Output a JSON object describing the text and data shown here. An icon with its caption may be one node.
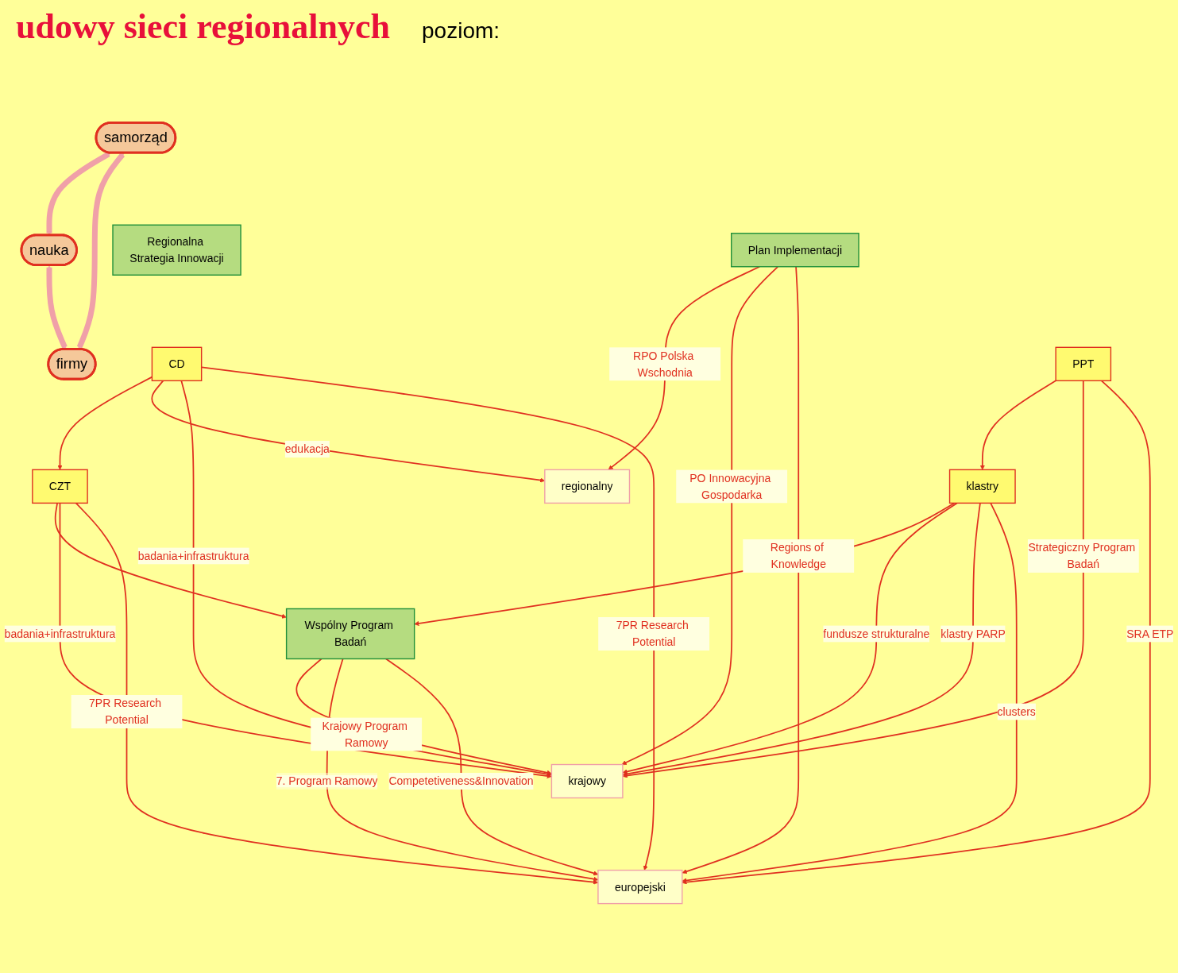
{
  "diagram": {
    "title": "udowy sieci regionalnych",
    "nodes": [
      {
        "text": [
          "samorząd"
        ]
      },
      {
        "text": [
          "Regionalna Strategia Innowacji"
        ]
      },
      {
        "text": [
          "Plan Implementacji"
        ]
      },
      {
        "text": [
          "Wspólny Program Badań"
        ]
      },
      {
        "text": [
          "nauka"
        ]
      },
      {
        "text": [
          "CD"
        ]
      },
      {
        "text": [
          "CZT"
        ]
      },
      {
        "text": [
          "klastry"
        ]
      },
      {
        "text": [
          "firmy"
        ]
      },
      {
        "text": [
          "PPT"
        ]
      },
      {
        "text": [
          "regionalny"
        ]
      },
      {
        "text": [
          "krajowy"
        ]
      },
      {
        "text": [
          "europejski"
        ]
      }
    ],
    "edges": [
      {
        "from": 0,
        "to": 4,
        "arrow": "both",
        "style": "thick",
        "color": "#f0a0a8"
      },
      {
        "from": 0,
        "to": 8,
        "arrow": "both",
        "style": "thick",
        "color": "#f0a0a8"
      },
      {
        "from": 4,
        "to": 8,
        "arrow": "both",
        "style": "thick",
        "color": "#f0a0a8"
      },
      {
        "from": 5,
        "to": 6,
        "arrow": "to"
      },
      {
        "from": 6,
        "to": 3,
        "arrow": "to"
      },
      {
        "from": 7,
        "to": 3,
        "arrow": "to"
      },
      {
        "from": 9,
        "to": 7,
        "arrow": "to"
      },
      {
        "from": 5,
        "to": 10,
        "label": "edukacja",
        "arrow": "to"
      },
      {
        "from": 5,
        "to": 11,
        "label": "badania+infrastruktura",
        "arrow": "to"
      },
      {
        "from": 5,
        "to": 12,
        "label": "7PR Research Potential",
        "arrow": "to"
      },
      {
        "from": 6,
        "to": 11,
        "label": "badania+infrastruktura",
        "arrow": "to"
      },
      {
        "from": 6,
        "to": 12,
        "label": "7PR Research Potential",
        "arrow": "to"
      },
      {
        "from": 3,
        "to": 11,
        "label": "Krajowy Program Ramowy",
        "arrow": "to"
      },
      {
        "from": 3,
        "to": 12,
        "label": "7. Program Ramowy",
        "arrow": "to"
      },
      {
        "from": 3,
        "to": 12,
        "label": "Competetiveness&Innovation",
        "arrow": "to"
      },
      {
        "from": 2,
        "to": 10,
        "label": "RPO Polska Wschodnia",
        "arrow": "to"
      },
      {
        "from": 2,
        "to": 11,
        "label": "PO Innowacyjna Gospodarka",
        "arrow": "to"
      },
      {
        "from": 2,
        "to": 12,
        "label": "Regions of Knowledge",
        "arrow": "to"
      },
      {
        "from": 7,
        "to": 11,
        "label": "fundusze strukturalne",
        "arrow": "to"
      },
      {
        "from": 7,
        "to": 11,
        "label": "klastry PARP",
        "arrow": "to"
      },
      {
        "from": 7,
        "to": 12,
        "label": "clusters",
        "arrow": "to"
      },
      {
        "from": 9,
        "to": 11,
        "label": "Strategiczny Program Badań",
        "arrow": "to"
      },
      {
        "from": 9,
        "to": 12,
        "label": "SRA ETP",
        "arrow": "to"
      }
    ],
    "labels": [
      "poziom:"
    ]
  }
}
